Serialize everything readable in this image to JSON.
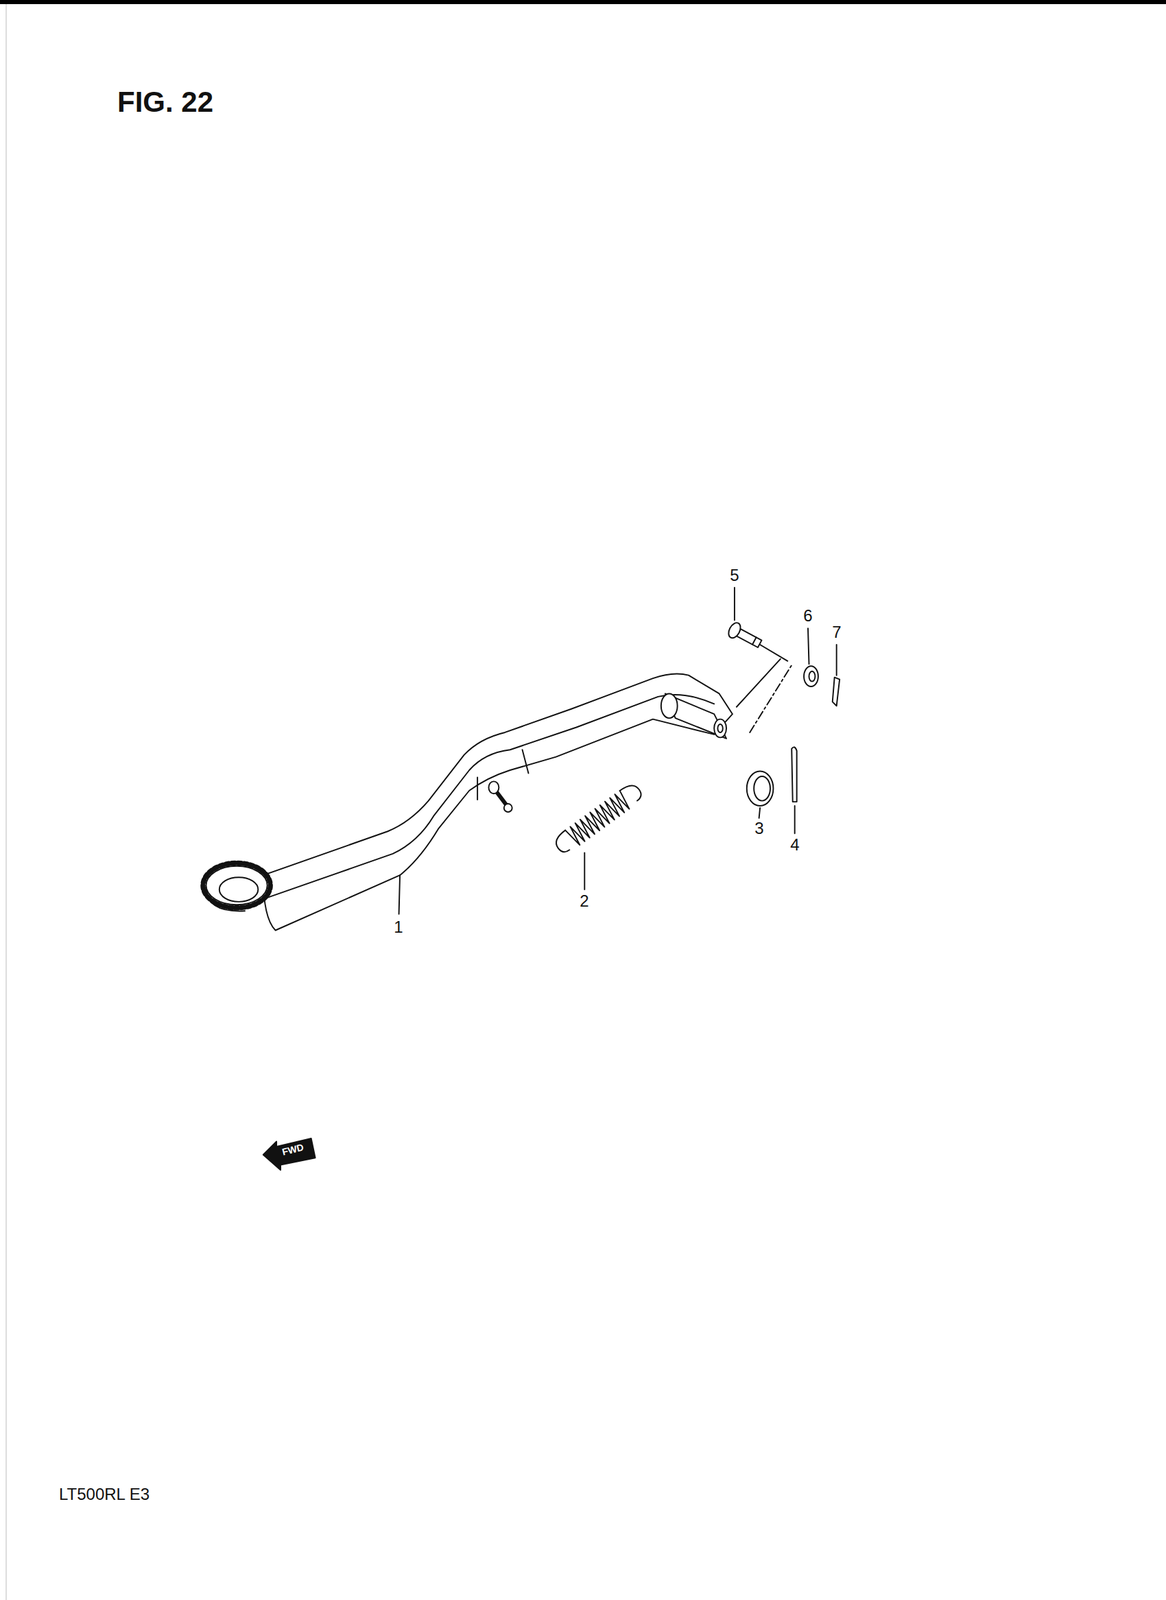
{
  "diagram": {
    "title": "FIG. 22",
    "labels": [
      "1",
      "2",
      "3",
      "4",
      "5",
      "6",
      "7",
      "FWD",
      "LT500RL E3"
    ]
  }
}
